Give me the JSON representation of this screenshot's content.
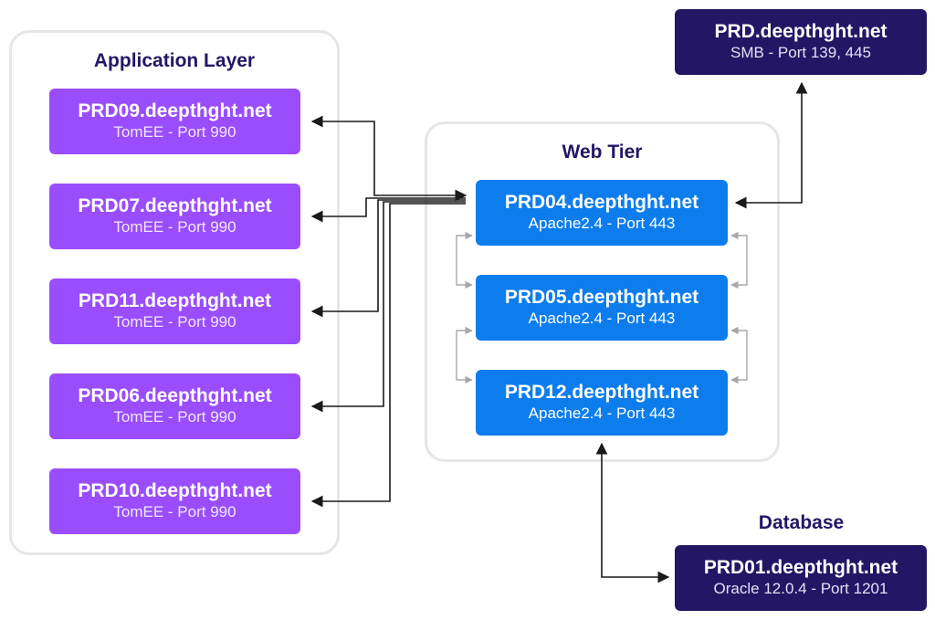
{
  "groups": {
    "app": {
      "title": "Application Layer"
    },
    "web": {
      "title": "Web Tier"
    },
    "db": {
      "title": "Database"
    }
  },
  "app_nodes": [
    {
      "name": "PRD09.deepthght.net",
      "service": "TomEE - Port 990"
    },
    {
      "name": "PRD07.deepthght.net",
      "service": "TomEE - Port 990"
    },
    {
      "name": "PRD11.deepthght.net",
      "service": "TomEE - Port 990"
    },
    {
      "name": "PRD06.deepthght.net",
      "service": "TomEE - Port 990"
    },
    {
      "name": "PRD10.deepthght.net",
      "service": "TomEE - Port 990"
    }
  ],
  "web_nodes": [
    {
      "name": "PRD04.deepthght.net",
      "service": "Apache2.4 - Port 443"
    },
    {
      "name": "PRD05.deepthght.net",
      "service": "Apache2.4 - Port 443"
    },
    {
      "name": "PRD12.deepthght.net",
      "service": "Apache2.4 - Port 443"
    }
  ],
  "smb_node": {
    "name": "PRD.deepthght.net",
    "service": "SMB - Port 139, 445"
  },
  "db_node": {
    "name": "PRD01.deepthght.net",
    "service": "Oracle 12.0.4 - Port 1201"
  },
  "colors": {
    "app": "#9a4dfd",
    "web": "#0d7ded",
    "dark": "#231665",
    "border": "#e6e6ea",
    "connector": "#1a1a1a",
    "connector_light": "#a7a7ad"
  }
}
